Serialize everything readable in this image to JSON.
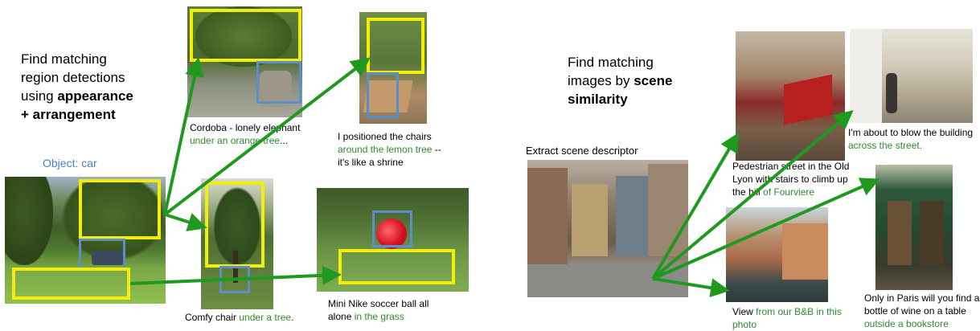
{
  "left_panel": {
    "heading_lines": [
      "Find matching",
      "region detections",
      "using "
    ],
    "heading_bold_1": "appearance",
    "heading_bold_2": "+ arrangement",
    "object_label": "Object: car",
    "captions": {
      "cordoba_1": "Cordoba - lonely elephant",
      "cordoba_2_green": "under an orange tree",
      "cordoba_2_rest": "...",
      "chairs_1": "I positioned the chairs",
      "chairs_2_green": "around the lemon tree",
      "chairs_2_rest": " --",
      "chairs_3": "it's like a shrine",
      "comfy_1": "Comfy chair ",
      "comfy_green": "under a tree",
      "comfy_rest": ".",
      "ball_1": "Mini Nike soccer ball all",
      "ball_2": "alone ",
      "ball_green": "in the grass"
    }
  },
  "right_panel": {
    "heading_1": "Find matching",
    "heading_2a": "images by ",
    "heading_2b": "scene",
    "heading_3": "similarity",
    "extract_label": "Extract scene descriptor",
    "captions": {
      "lyon_1": "Pedestrian street in the Old",
      "lyon_2": "Lyon with stairs to climb up",
      "lyon_3a": "the hill ",
      "lyon_3green": "of Fourviere",
      "blow_1": "I'm about to blow the building",
      "blow_green": "across the street.",
      "view_1": "View ",
      "view_green1": "from our B&B in this",
      "view_green2": "photo",
      "paris_1": "Only in Paris will you find a",
      "paris_2": "bottle of wine on a table",
      "paris_green": "outside a bookstore"
    }
  },
  "colors": {
    "arrow": "#1f9a1f",
    "highlight_box": "#f2ee0a",
    "object_box": "#5b8ecb",
    "caption_green": "#2e8b2e"
  }
}
